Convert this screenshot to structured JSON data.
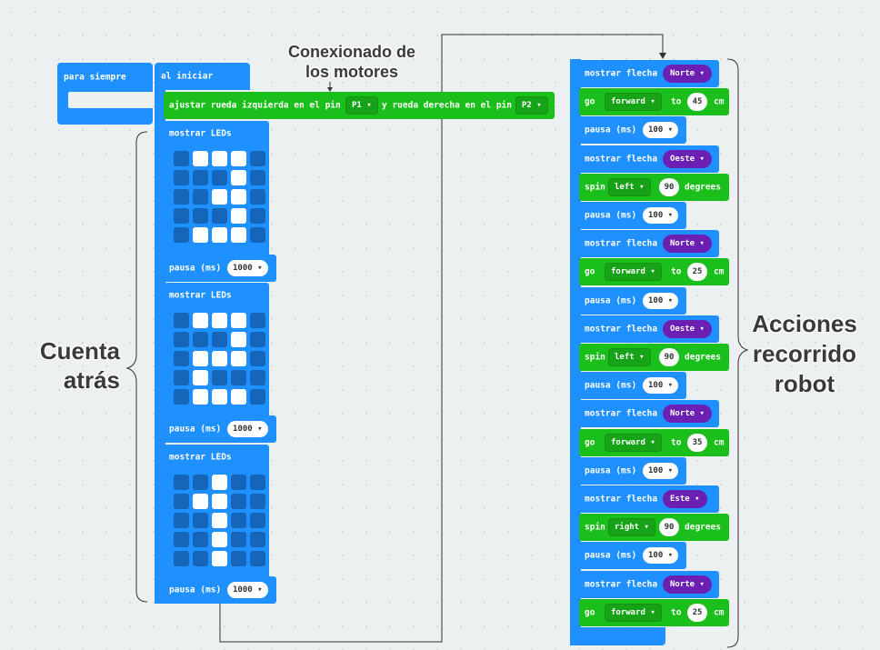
{
  "forever_block": {
    "label": "para siempre"
  },
  "start_block": {
    "label": "al iniciar"
  },
  "motor_block": {
    "label_a": "ajustar rueda izquierda en el pin",
    "pin_left": "P1",
    "label_b": "y rueda derecha en el pin",
    "pin_right": "P2"
  },
  "show_leds_label": "mostrar LEDs",
  "pause_label": "pausa (ms)",
  "pause_long": "1000",
  "pause_short": "100",
  "leds": [
    [
      [
        0,
        1,
        1,
        1,
        0
      ],
      [
        0,
        0,
        0,
        1,
        0
      ],
      [
        0,
        0,
        1,
        1,
        0
      ],
      [
        0,
        0,
        0,
        1,
        0
      ],
      [
        0,
        1,
        1,
        1,
        0
      ]
    ],
    [
      [
        0,
        1,
        1,
        1,
        0
      ],
      [
        0,
        0,
        0,
        1,
        0
      ],
      [
        0,
        1,
        1,
        1,
        0
      ],
      [
        0,
        1,
        0,
        0,
        0
      ],
      [
        0,
        1,
        1,
        1,
        0
      ]
    ],
    [
      [
        0,
        0,
        1,
        0,
        0
      ],
      [
        0,
        1,
        1,
        0,
        0
      ],
      [
        0,
        0,
        1,
        0,
        0
      ],
      [
        0,
        0,
        1,
        0,
        0
      ],
      [
        0,
        0,
        1,
        0,
        0
      ]
    ]
  ],
  "arrow_label": "mostrar flecha",
  "go_label": "go",
  "to_label": "to",
  "cm_label": "cm",
  "spin_label": "spin",
  "degrees_label": "degrees",
  "actions": [
    {
      "type": "arrow",
      "dir": "Norte"
    },
    {
      "type": "go",
      "dir": "forward",
      "dist": "45"
    },
    {
      "type": "pause",
      "ms": "100"
    },
    {
      "type": "arrow",
      "dir": "Oeste"
    },
    {
      "type": "spin",
      "dir": "left",
      "deg": "90"
    },
    {
      "type": "pause",
      "ms": "100"
    },
    {
      "type": "arrow",
      "dir": "Norte"
    },
    {
      "type": "go",
      "dir": "forward",
      "dist": "25"
    },
    {
      "type": "pause",
      "ms": "100"
    },
    {
      "type": "arrow",
      "dir": "Oeste"
    },
    {
      "type": "spin",
      "dir": "left",
      "deg": "90"
    },
    {
      "type": "pause",
      "ms": "100"
    },
    {
      "type": "arrow",
      "dir": "Norte"
    },
    {
      "type": "go",
      "dir": "forward",
      "dist": "35"
    },
    {
      "type": "pause",
      "ms": "100"
    },
    {
      "type": "arrow",
      "dir": "Este"
    },
    {
      "type": "spin",
      "dir": "right",
      "deg": "90"
    },
    {
      "type": "pause",
      "ms": "100"
    },
    {
      "type": "arrow",
      "dir": "Norte"
    },
    {
      "type": "go",
      "dir": "forward",
      "dist": "25"
    }
  ],
  "annotations": {
    "motors_line1": "Conexionado de",
    "motors_line2": "los motores",
    "countdown_line1": "Cuenta",
    "countdown_line2": "atrás",
    "actions_line1": "Acciones",
    "actions_line2": "recorrido",
    "actions_line3": "robot"
  },
  "colors": {
    "basic_blue": "#1e90ff",
    "motor_green": "#1bbf1b",
    "arrow_purple": "#6b1fb3"
  }
}
